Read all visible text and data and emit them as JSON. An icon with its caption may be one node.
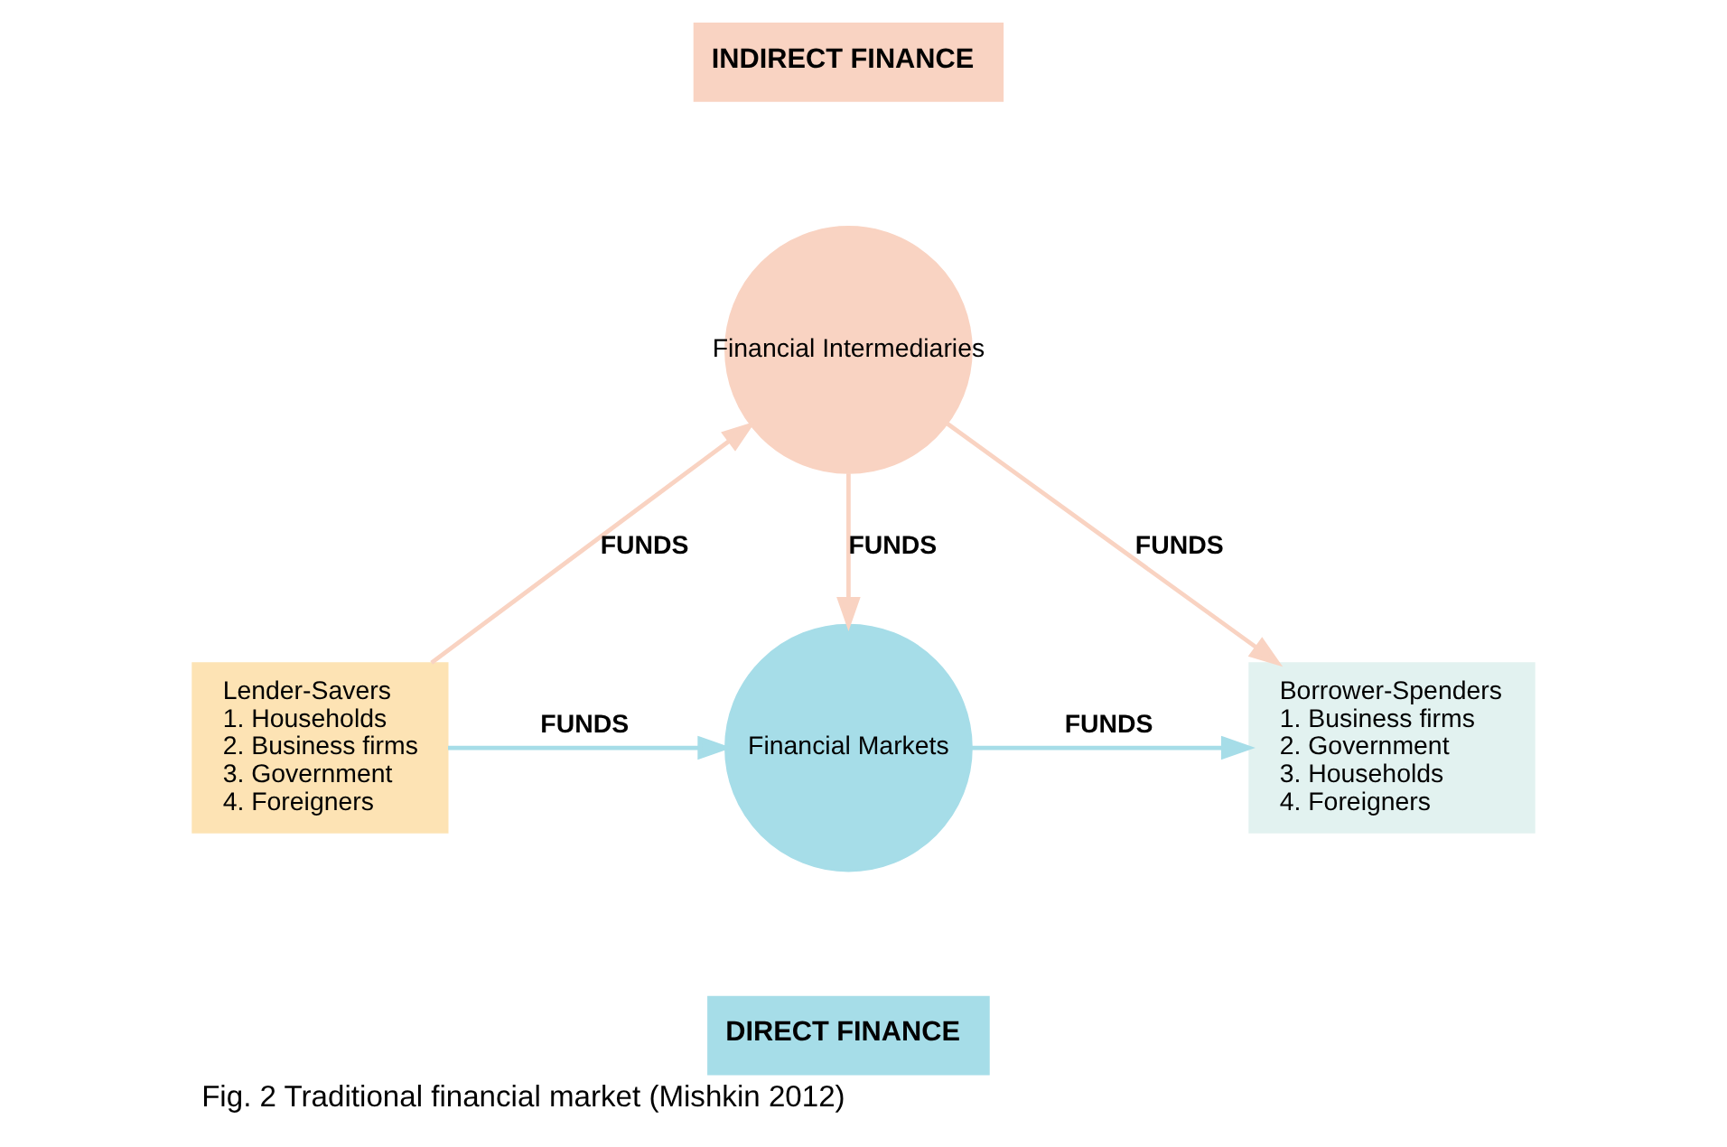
{
  "diagram": {
    "caption": "Fig. 2 Traditional financial market (Mishkin 2012)",
    "nodes": [
      {
        "text": [
          "INDIRECT FINANCE"
        ]
      },
      {
        "text": [
          "Financial Intermediaries"
        ]
      },
      {
        "text": [
          "Lender-Savers",
          "1. Households",
          "2. Business firms",
          "3. Government",
          "4. Foreigners"
        ]
      },
      {
        "text": [
          "Financial Markets"
        ]
      },
      {
        "text": [
          "Borrower-Spenders",
          "1. Business firms",
          "2. Government",
          "3. Households",
          "4. Foreigners"
        ]
      },
      {
        "text": [
          "DIRECT FINANCE"
        ]
      }
    ],
    "edges": [
      {
        "from": 2,
        "to": 1,
        "arrow": "to",
        "label": "FUNDS"
      },
      {
        "from": 1,
        "to": 4,
        "arrow": "to",
        "label": "FUNDS"
      },
      {
        "from": 1,
        "to": 3,
        "arrow": "to",
        "label": "FUNDS"
      },
      {
        "from": 2,
        "to": 3,
        "arrow": "to",
        "label": "FUNDS",
        "color": "#a6dde8"
      },
      {
        "from": 3,
        "to": 4,
        "arrow": "to",
        "label": "FUNDS",
        "color": "#a6dde8"
      }
    ]
  }
}
